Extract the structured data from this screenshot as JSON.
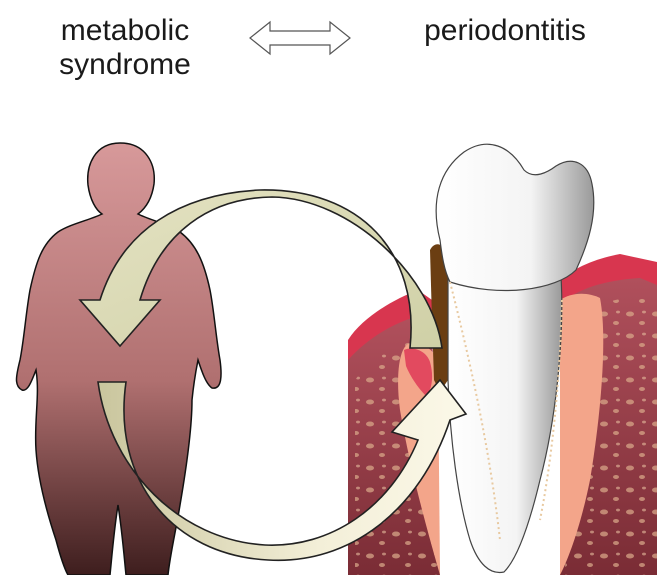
{
  "left_label": [
    "metabolic",
    "syndrome"
  ],
  "right_label": "periodontitis",
  "icons": {
    "connector": "double-headed-arrow-icon",
    "body": "human-silhouette-icon",
    "tooth": "tooth-with-gum-icon",
    "cycle": "circular-arrows-icon"
  },
  "colors": {
    "silhouette_top": "#d39293",
    "silhouette_bottom": "#4a2424",
    "arrow_fill": "#dcdcb5",
    "arrow_light": "#f6f2dc",
    "gum": "#d84060",
    "bone": "#8c3a43",
    "tooth": "#ffffff"
  }
}
